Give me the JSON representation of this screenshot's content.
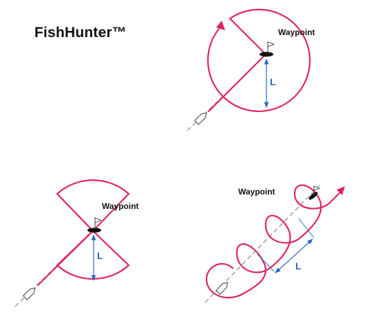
{
  "brand": {
    "title": "FishHunter™"
  },
  "colors": {
    "path": "#e0245e",
    "measure": "#2a66c4",
    "heading": "#888888",
    "boat_outline": "#666666",
    "waypoint_marker": "#111111"
  },
  "icons": {
    "waypoint": "flag-on-marker-icon",
    "boat": "boat-icon",
    "direction": "arrowhead-icon"
  },
  "patterns": [
    {
      "id": "circle",
      "waypoint_label": "Waypoint",
      "distance_label": "L"
    },
    {
      "id": "figure-eight",
      "waypoint_label": "Waypoint",
      "distance_label": "L"
    },
    {
      "id": "spiral",
      "waypoint_label": "Waypoint",
      "distance_label": "L"
    }
  ]
}
